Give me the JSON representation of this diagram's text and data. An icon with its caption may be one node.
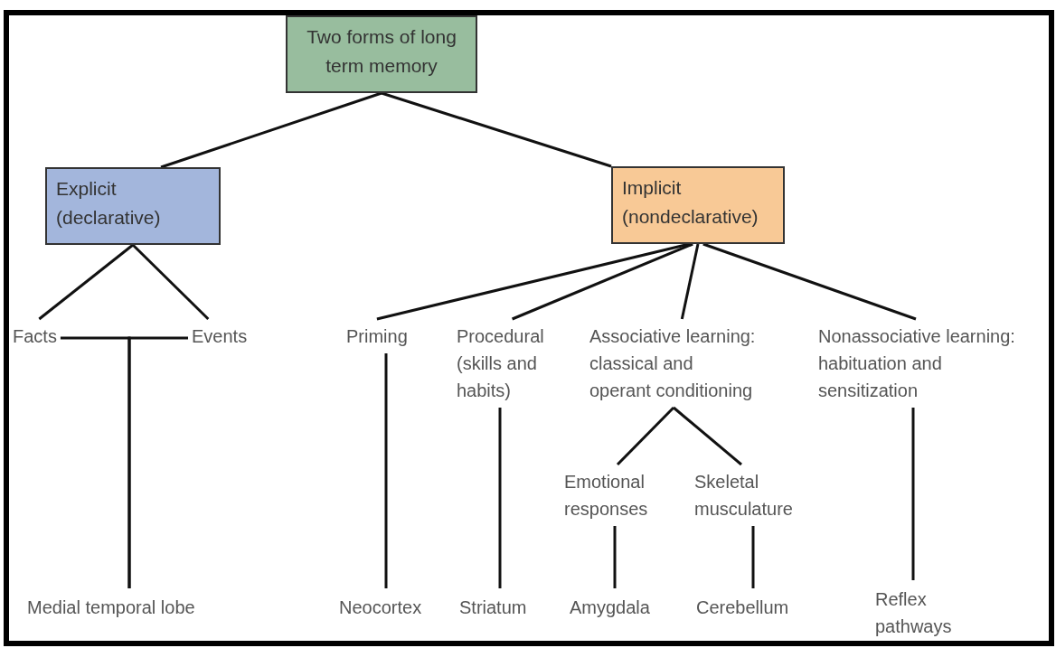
{
  "diagram": {
    "nodes": [
      {
        "text": [
          "Two forms of long term memory"
        ]
      },
      {
        "text": [
          "Explicit (declarative)"
        ]
      },
      {
        "text": [
          "Implicit (nondeclarative)"
        ]
      },
      {
        "text": [
          "Facts"
        ]
      },
      {
        "text": [
          "Events"
        ]
      },
      {
        "text": [
          "Priming"
        ]
      },
      {
        "text": [
          "Procedural (skills and habits)"
        ]
      },
      {
        "text": [
          "Associative learning: classical and operant conditioning"
        ]
      },
      {
        "text": [
          "Nonassociative learning: habituation and sensitization"
        ]
      },
      {
        "text": [
          "Emotional responses"
        ]
      },
      {
        "text": [
          "Skeletal musculature"
        ]
      },
      {
        "text": [
          "Medial temporal lobe"
        ]
      },
      {
        "text": [
          "Neocortex"
        ]
      },
      {
        "text": [
          "Striatum"
        ]
      },
      {
        "text": [
          "Amygdala"
        ]
      },
      {
        "text": [
          "Cerebellum"
        ]
      },
      {
        "text": [
          "Reflex pathways"
        ]
      }
    ],
    "edges": [
      {
        "from": 0,
        "to": 1,
        "arrow": "none"
      },
      {
        "from": 0,
        "to": 2,
        "arrow": "none"
      },
      {
        "from": 1,
        "to": 3,
        "arrow": "none"
      },
      {
        "from": 1,
        "to": 4,
        "arrow": "none"
      },
      {
        "from": 2,
        "to": 5,
        "arrow": "none"
      },
      {
        "from": 2,
        "to": 6,
        "arrow": "none"
      },
      {
        "from": 2,
        "to": 7,
        "arrow": "none"
      },
      {
        "from": 2,
        "to": 8,
        "arrow": "none"
      },
      {
        "from": 7,
        "to": 9,
        "arrow": "none"
      },
      {
        "from": 7,
        "to": 10,
        "arrow": "none"
      },
      {
        "from": 3,
        "to": 11,
        "arrow": "none"
      },
      {
        "from": 4,
        "to": 11,
        "arrow": "none"
      },
      {
        "from": 5,
        "to": 12,
        "arrow": "none"
      },
      {
        "from": 6,
        "to": 13,
        "arrow": "none"
      },
      {
        "from": 9,
        "to": 14,
        "arrow": "none"
      },
      {
        "from": 10,
        "to": 15,
        "arrow": "none"
      },
      {
        "from": 8,
        "to": 16,
        "arrow": "none"
      }
    ]
  }
}
